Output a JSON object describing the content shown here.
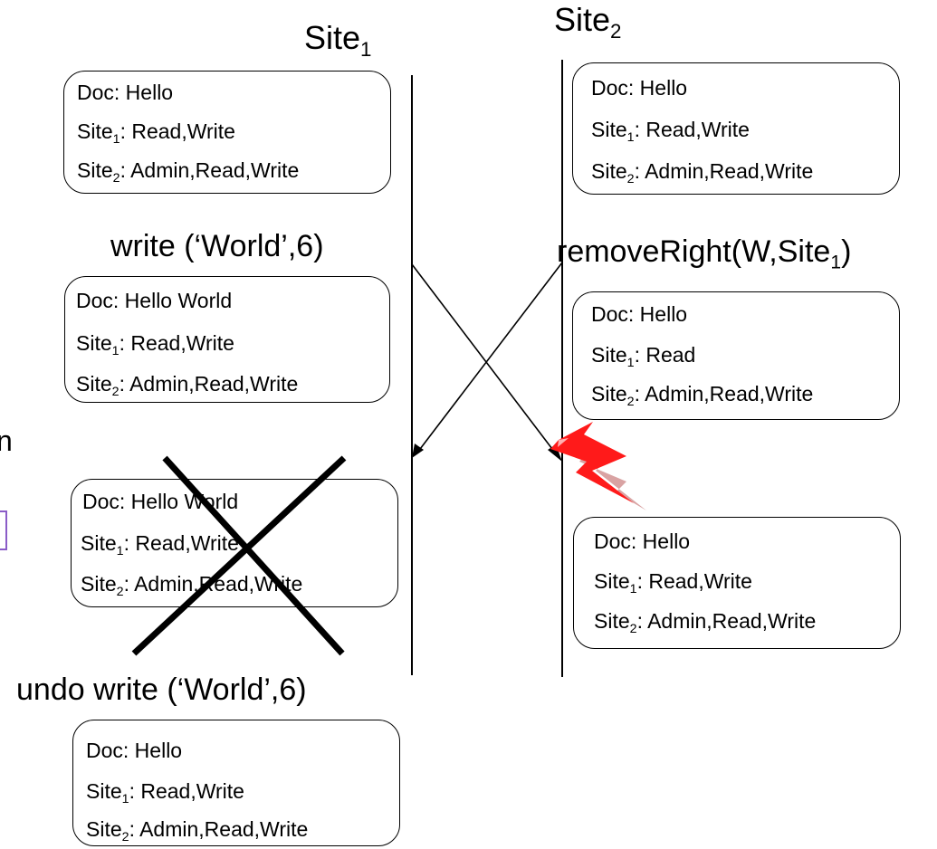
{
  "site1": {
    "name": "Site",
    "sub": "1"
  },
  "site2": {
    "name": "Site",
    "sub": "2"
  },
  "ops": {
    "write": "write (‘World’,6)",
    "remove_prefix": "removeRight(W,Site",
    "remove_sub": "1",
    "remove_suffix": ")",
    "undo": "undo write (‘World’,6)"
  },
  "edge_text": "n",
  "states": {
    "s1_initial": {
      "doc": "Doc: Hello",
      "r1_name": "Site",
      "r1_sub": "1",
      "r1_rights": ": Read,Write",
      "r2_name": "Site",
      "r2_sub": "2",
      "r2_rights": ": Admin,Read,Write"
    },
    "s2_initial": {
      "doc": "Doc: Hello",
      "r1_name": "Site",
      "r1_sub": "1",
      "r1_rights": ": Read,Write",
      "r2_name": "Site",
      "r2_sub": "2",
      "r2_rights": ": Admin,Read,Write"
    },
    "s1_after_write": {
      "doc": "Doc: Hello World",
      "r1_name": "Site",
      "r1_sub": "1",
      "r1_rights": ": Read,Write",
      "r2_name": "Site",
      "r2_sub": "2",
      "r2_rights": ": Admin,Read,Write"
    },
    "s2_after_remove": {
      "doc": "Doc: Hello",
      "r1_name": "Site",
      "r1_sub": "1",
      "r1_rights": ": Read",
      "r2_name": "Site",
      "r2_sub": "2",
      "r2_rights": ": Admin,Read,Write"
    },
    "s1_crossed": {
      "doc": "Doc: Hello World",
      "r1_name": "Site",
      "r1_sub": "1",
      "r1_rights": ": Read,Write",
      "r2_name": "Site",
      "r2_sub": "2",
      "r2_rights": ": Admin,Read,Write"
    },
    "s2_after_receive": {
      "doc": "Doc: Hello",
      "r1_name": "Site",
      "r1_sub": "1",
      "r1_rights": ": Read,Write",
      "r2_name": "Site",
      "r2_sub": "2",
      "r2_rights": ": Admin,Read,Write"
    },
    "s1_after_undo": {
      "doc": "Doc: Hello",
      "r1_name": "Site",
      "r1_sub": "1",
      "r1_rights": ": Read,Write",
      "r2_name": "Site",
      "r2_sub": "2",
      "r2_rights": ": Admin,Read,Write"
    }
  },
  "colors": {
    "lightning": "#ff1a1a",
    "lightning_shadow": "#d9a3a3",
    "accent_box": "#8a5cc7"
  }
}
